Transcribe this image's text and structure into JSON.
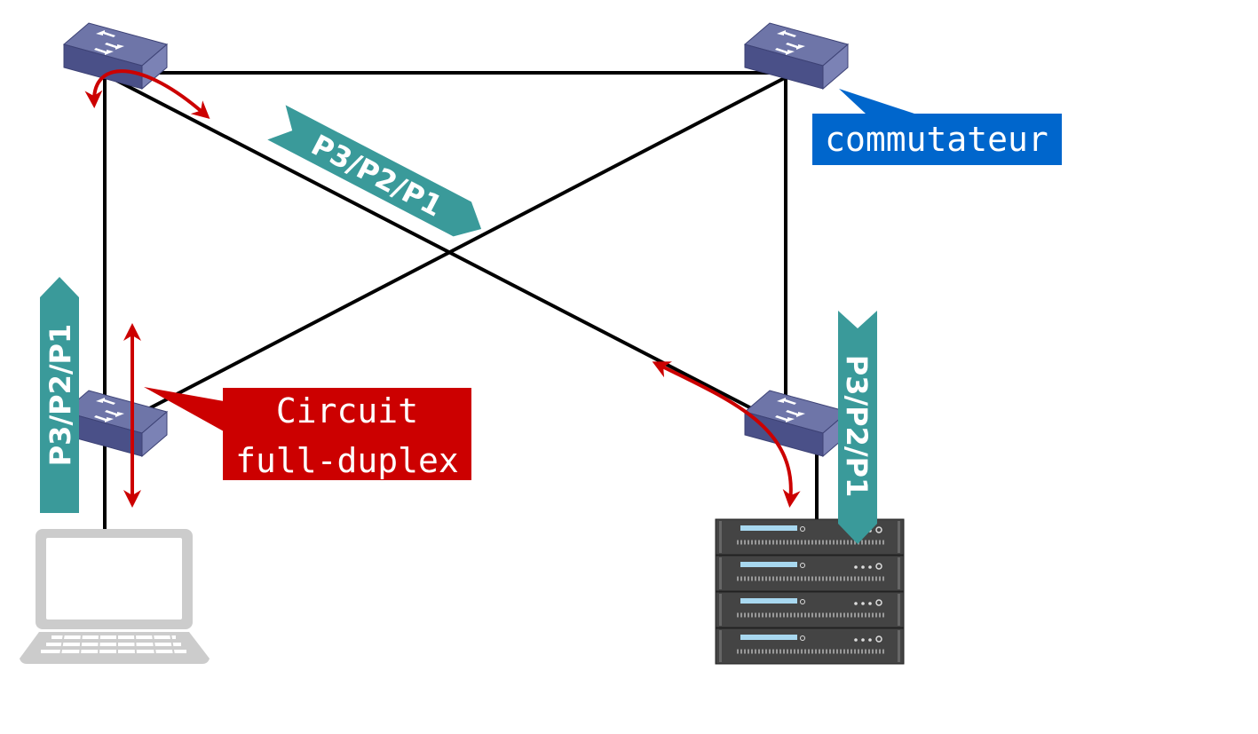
{
  "labels": {
    "switch_callout": "commutateur",
    "circuit_line1": "Circuit",
    "circuit_line2": "full-duplex",
    "banner_diagonal": "P3/P2/P1",
    "banner_left": "P3/P2/P1",
    "banner_right": "P3/P2/P1"
  },
  "colors": {
    "link": "#000000",
    "teal_banner": "#3a9a9a",
    "red_arrow": "#cc0000",
    "callout_blue": "#0066cc",
    "callout_red": "#cc0000",
    "switch_top": "#6e75a8",
    "switch_side": "#4a5088",
    "switch_front": "#7b82b5",
    "server": "#444444",
    "laptop": "#cccccc"
  },
  "nodes": {
    "switches": [
      "switch-top-left",
      "switch-top-right",
      "switch-bottom-left",
      "switch-bottom-right"
    ],
    "endpoints": [
      "laptop",
      "server-rack"
    ]
  },
  "server_units": 4
}
